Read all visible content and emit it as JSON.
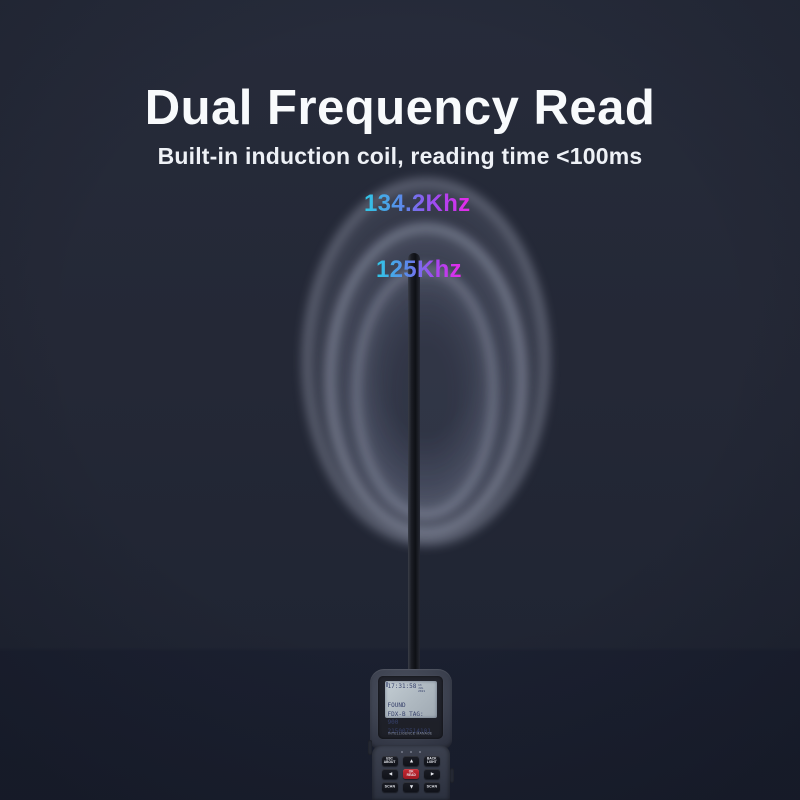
{
  "header": {
    "title": "Dual Frequency Read",
    "subtitle": "Built-in induction coil, reading time <100ms"
  },
  "frequencies": {
    "high": "134.2Khz",
    "low": "125Khz"
  },
  "colors": {
    "background": "#232836",
    "freq_gradient_start": "#2fc8e6",
    "freq_gradient_mid1": "#5e86ea",
    "freq_gradient_mid2": "#a348f0",
    "freq_gradient_end": "#e829e9",
    "device_body": "#3d4250",
    "lcd_background": "#b2bcc4",
    "lcd_text": "#36406a",
    "ok_key_red": "#b01f28"
  },
  "device": {
    "lcd": {
      "time": "17:31:58",
      "date_line1": "13 JUL",
      "date_line2": "2021",
      "line2": "FOUND",
      "line3": "FDX-B TAG:",
      "line4": "900 215007514101"
    },
    "brand": "INTELLIGENCE MANAGE",
    "keypad": {
      "row1": {
        "esc_top": "ESC",
        "esc_bottom": "ABOUT",
        "up": "▲",
        "back_top": "BACK",
        "back_bottom": "LIGHT"
      },
      "row2": {
        "left": "◄",
        "ok_top": "OK",
        "ok_bottom": "READ",
        "right": "►"
      },
      "row3": {
        "scan_left": "SCAN",
        "down": "▼",
        "scan_right": "SCAN"
      }
    }
  }
}
